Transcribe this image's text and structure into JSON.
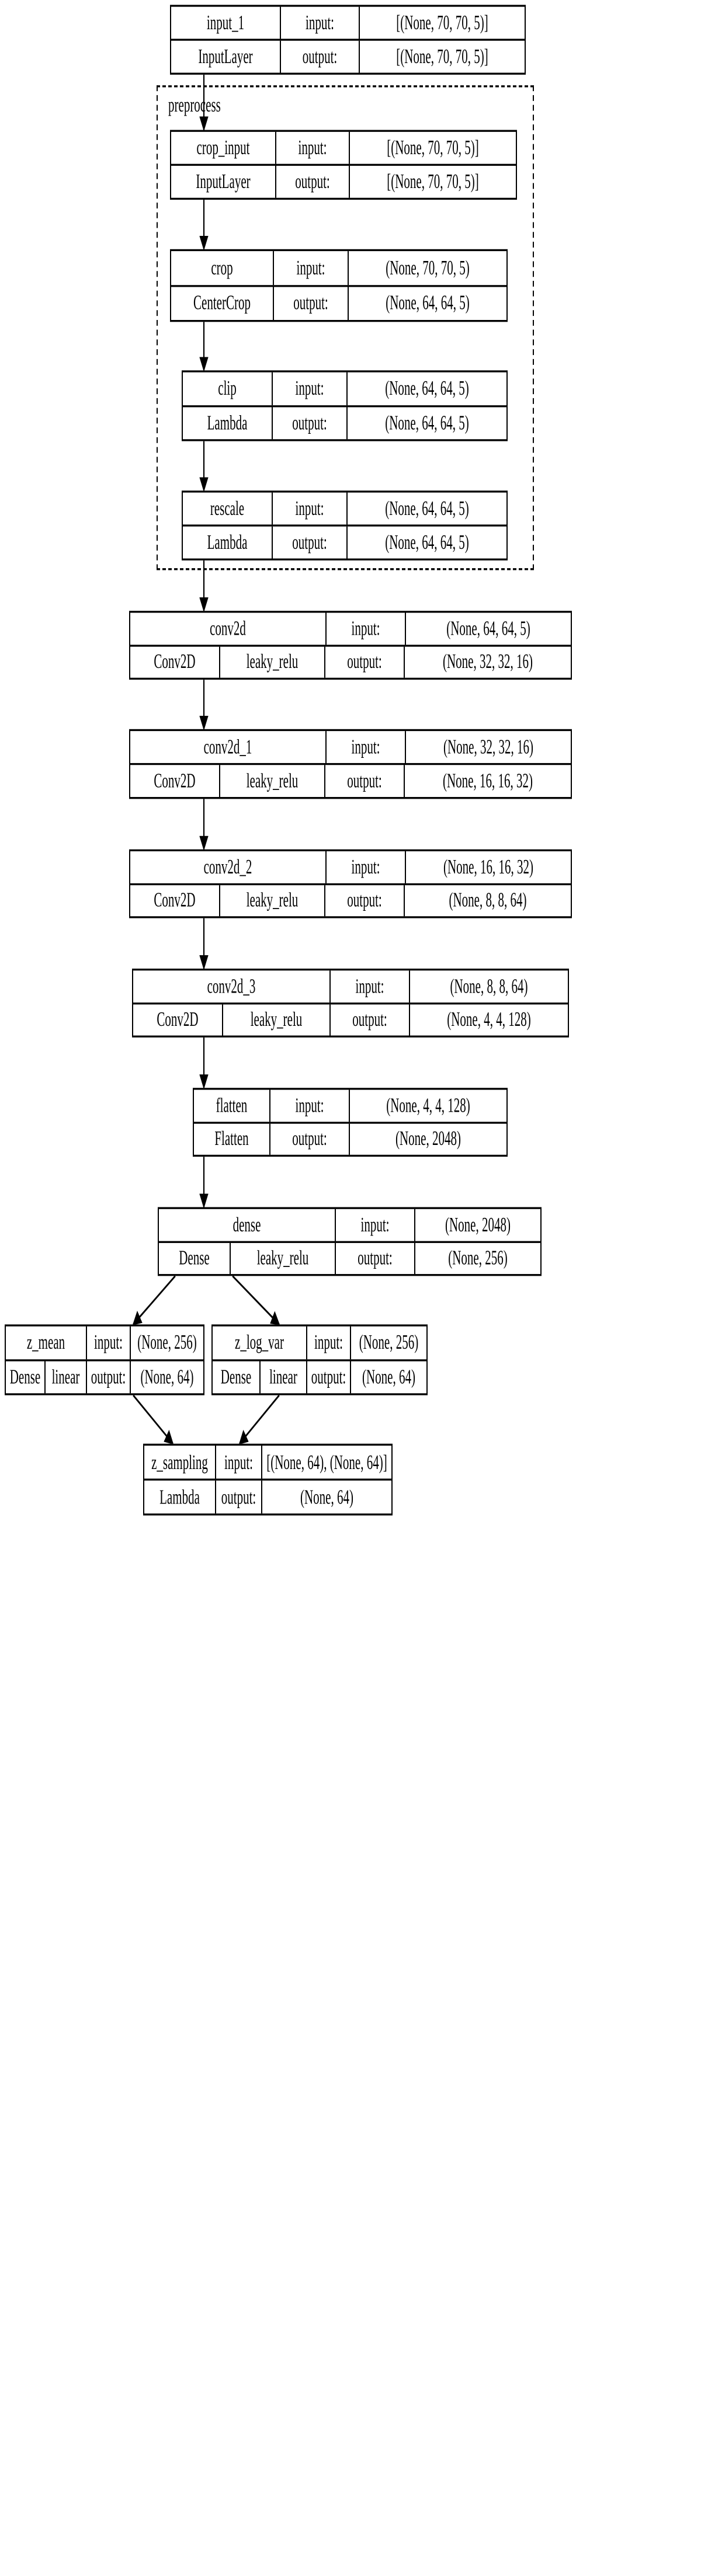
{
  "diagram": {
    "title": "Keras model architecture graph",
    "clusters": [
      {
        "id": "preprocess",
        "label": "preprocess"
      }
    ],
    "nodes": [
      {
        "id": "input_1",
        "name": "input_1",
        "type": "InputLayer",
        "activation": null,
        "input_label": "input:",
        "output_label": "output:",
        "input_shape": "[(None, 70, 70, 5)]",
        "output_shape": "[(None, 70, 70, 5)]"
      },
      {
        "id": "crop_input",
        "name": "crop_input",
        "type": "InputLayer",
        "activation": null,
        "input_label": "input:",
        "output_label": "output:",
        "input_shape": "[(None, 70, 70, 5)]",
        "output_shape": "[(None, 70, 70, 5)]"
      },
      {
        "id": "crop",
        "name": "crop",
        "type": "CenterCrop",
        "activation": null,
        "input_label": "input:",
        "output_label": "output:",
        "input_shape": "(None, 70, 70, 5)",
        "output_shape": "(None, 64, 64, 5)"
      },
      {
        "id": "clip",
        "name": "clip",
        "type": "Lambda",
        "activation": null,
        "input_label": "input:",
        "output_label": "output:",
        "input_shape": "(None, 64, 64, 5)",
        "output_shape": "(None, 64, 64, 5)"
      },
      {
        "id": "rescale",
        "name": "rescale",
        "type": "Lambda",
        "activation": null,
        "input_label": "input:",
        "output_label": "output:",
        "input_shape": "(None, 64, 64, 5)",
        "output_shape": "(None, 64, 64, 5)"
      },
      {
        "id": "conv2d",
        "name": "conv2d",
        "type": "Conv2D",
        "activation": "leaky_relu",
        "input_label": "input:",
        "output_label": "output:",
        "input_shape": "(None, 64, 64, 5)",
        "output_shape": "(None, 32, 32, 16)"
      },
      {
        "id": "conv2d_1",
        "name": "conv2d_1",
        "type": "Conv2D",
        "activation": "leaky_relu",
        "input_label": "input:",
        "output_label": "output:",
        "input_shape": "(None, 32, 32, 16)",
        "output_shape": "(None, 16, 16, 32)"
      },
      {
        "id": "conv2d_2",
        "name": "conv2d_2",
        "type": "Conv2D",
        "activation": "leaky_relu",
        "input_label": "input:",
        "output_label": "output:",
        "input_shape": "(None, 16, 16, 32)",
        "output_shape": "(None, 8, 8, 64)"
      },
      {
        "id": "conv2d_3",
        "name": "conv2d_3",
        "type": "Conv2D",
        "activation": "leaky_relu",
        "input_label": "input:",
        "output_label": "output:",
        "input_shape": "(None, 8, 8, 64)",
        "output_shape": "(None, 4, 4, 128)"
      },
      {
        "id": "flatten",
        "name": "flatten",
        "type": "Flatten",
        "activation": null,
        "input_label": "input:",
        "output_label": "output:",
        "input_shape": "(None, 4, 4, 128)",
        "output_shape": "(None, 2048)"
      },
      {
        "id": "dense",
        "name": "dense",
        "type": "Dense",
        "activation": "leaky_relu",
        "input_label": "input:",
        "output_label": "output:",
        "input_shape": "(None, 2048)",
        "output_shape": "(None, 256)"
      },
      {
        "id": "z_mean",
        "name": "z_mean",
        "type": "Dense",
        "activation": "linear",
        "input_label": "input:",
        "output_label": "output:",
        "input_shape": "(None, 256)",
        "output_shape": "(None, 64)"
      },
      {
        "id": "z_log_var",
        "name": "z_log_var",
        "type": "Dense",
        "activation": "linear",
        "input_label": "input:",
        "output_label": "output:",
        "input_shape": "(None, 256)",
        "output_shape": "(None, 64)"
      },
      {
        "id": "z_sampling",
        "name": "z_sampling",
        "type": "Lambda",
        "activation": null,
        "input_label": "input:",
        "output_label": "output:",
        "input_shape": "[(None, 64), (None, 64)]",
        "output_shape": "(None, 64)"
      }
    ]
  }
}
